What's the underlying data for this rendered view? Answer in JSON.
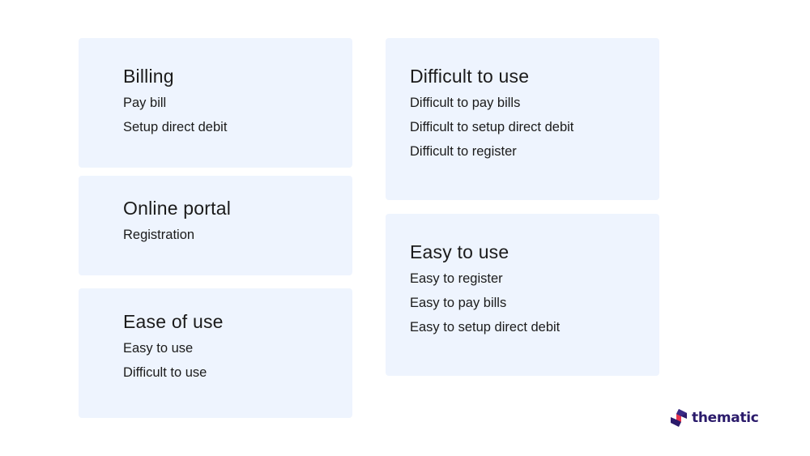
{
  "cards": [
    {
      "title": "Billing",
      "items": [
        "Pay bill",
        "Setup direct debit"
      ]
    },
    {
      "title": "Online portal",
      "items": [
        "Registration"
      ]
    },
    {
      "title": "Ease of use",
      "items": [
        "Easy to use",
        "Difficult to use"
      ]
    },
    {
      "title": "Difficult to use",
      "items": [
        "Difficult to pay bills",
        "Difficult to setup direct debit",
        "Difficult to register"
      ]
    },
    {
      "title": "Easy to use",
      "items": [
        "Easy to register",
        "Easy to pay bills",
        "Easy to setup direct debit"
      ]
    }
  ],
  "logo": {
    "text": "thematic",
    "icon": "thematic-logo-icon"
  },
  "colors": {
    "card_background": "#eef4fe",
    "text": "#1b1b1b",
    "logo_purple": "#2b1b6b",
    "logo_red": "#e8344e"
  }
}
